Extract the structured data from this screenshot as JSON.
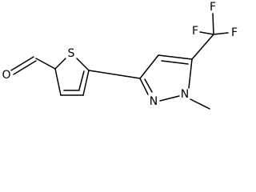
{
  "molecule": {
    "atom_labels": {
      "aldehyde_oxygen": "O",
      "thiophene_sulfur": "S",
      "pyrazole_n2": "N",
      "pyrazole_n1": "N",
      "fluorine_1": "F",
      "fluorine_2": "F",
      "fluorine_3": "F"
    },
    "colors": {
      "bond": "#000000",
      "label": "#000000",
      "background": "#ffffff"
    }
  }
}
